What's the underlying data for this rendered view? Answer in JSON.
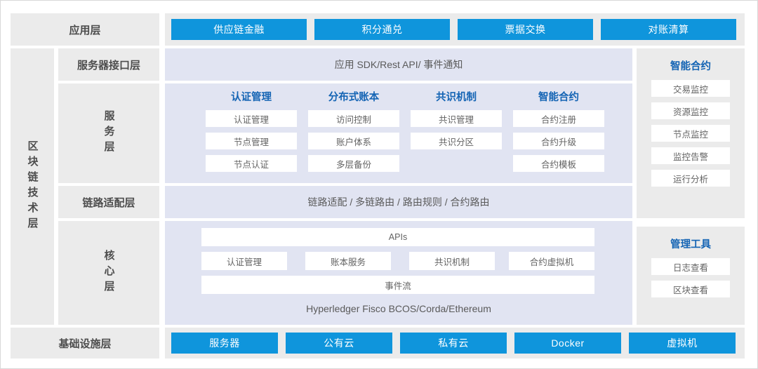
{
  "layers": {
    "application": "应用层",
    "blockchain_tech": "区块链技术层",
    "server_interface": "服务器接口层",
    "service": "服务层",
    "link_adaptation": "链路适配层",
    "core": "核心层",
    "infrastructure": "基础设施层"
  },
  "application_items": [
    "供应链金融",
    "积分通兑",
    "票据交换",
    "对账清算"
  ],
  "server_interface_band": "应用 SDK/Rest API/ 事件通知",
  "service_groups": [
    {
      "title": "认证管理",
      "items": [
        "认证管理",
        "节点管理",
        "节点认证"
      ]
    },
    {
      "title": "分布式账本",
      "items": [
        "访问控制",
        "账户体系",
        "多层备份"
      ]
    },
    {
      "title": "共识机制",
      "items": [
        "共识管理",
        "共识分区"
      ]
    },
    {
      "title": "智能合约",
      "items": [
        "合约注册",
        "合约升级",
        "合约模板"
      ]
    }
  ],
  "link_adaptation_band": "链路适配 / 多链路由 / 路由规则 / 合约路由",
  "core_layer": {
    "apis": "APIs",
    "modules": [
      "认证管理",
      "账本服务",
      "共识机制",
      "合约虚拟机"
    ],
    "event_stream": "事件流",
    "platforms": "Hyperledger Fisco BCOS/Corda/Ethereum"
  },
  "right_panels": [
    {
      "title": "智能合约",
      "items": [
        "交易监控",
        "资源监控",
        "节点监控",
        "监控告警",
        "运行分析"
      ]
    },
    {
      "title": "管理工具",
      "items": [
        "日志查看",
        "区块查看"
      ]
    }
  ],
  "infrastructure_items": [
    "服务器",
    "公有云",
    "私有云",
    "Docker",
    "虚拟机"
  ],
  "colors": {
    "accent_blue": "#0f95dc",
    "heading_blue": "#1464b4",
    "panel_gray": "#ebebeb",
    "panel_lavender": "#e1e4f2",
    "text_gray": "#4d4d4d"
  }
}
